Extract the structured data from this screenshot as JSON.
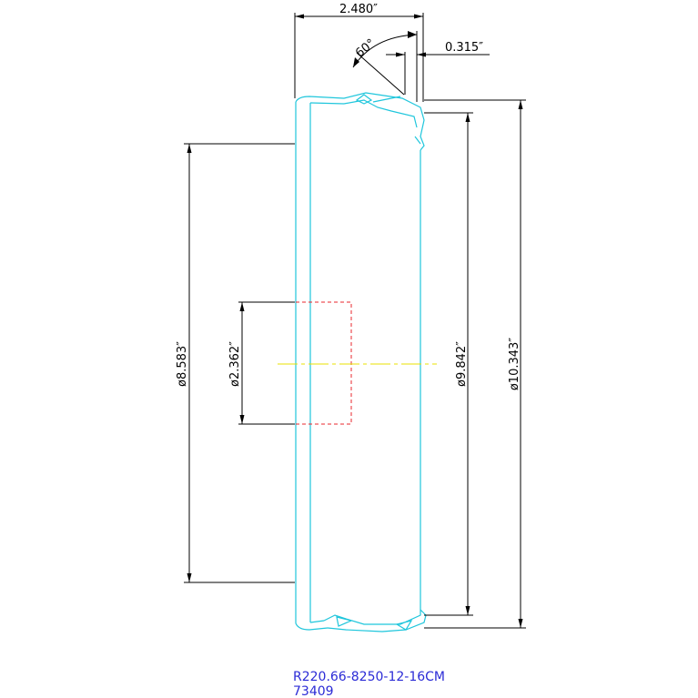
{
  "drawing": {
    "dimensions": {
      "width": "2.480″",
      "angle": "60°",
      "land": "0.315″",
      "diameter_inner": "ø8.583″",
      "diameter_bore": "ø2.362″",
      "diameter_mid": "ø9.842″",
      "diameter_outer": "ø10.343″"
    },
    "part_code": "R220.66-8250-12-16CM",
    "part_number": "73409",
    "colors": {
      "outline": "#1fc6dc",
      "dimension": "#000000",
      "hidden": "#e8272e",
      "centerline": "#e8e000",
      "label": "#2b2bd6"
    }
  }
}
